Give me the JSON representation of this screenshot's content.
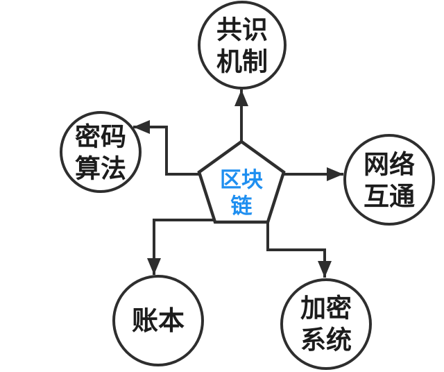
{
  "colors": {
    "background": "#ffffff",
    "stroke": "#2e2e2e",
    "label_text": "#1c1c1c",
    "center_text": "#1f8ff0"
  },
  "diagram": {
    "center": {
      "id": "blockchain",
      "label": "区块链",
      "lines": [
        "区块",
        "链"
      ]
    },
    "nodes": [
      {
        "id": "consensus-mechanism",
        "position": "top",
        "label": "共识机制",
        "lines": [
          "共识",
          "机制"
        ]
      },
      {
        "id": "crypto-algorithm",
        "position": "left",
        "label": "密码算法",
        "lines": [
          "密码",
          "算法"
        ]
      },
      {
        "id": "network-interconnect",
        "position": "right",
        "label": "网络互通",
        "lines": [
          "网络",
          "互通"
        ]
      },
      {
        "id": "ledger",
        "position": "bottom-left",
        "label": "账本",
        "lines": [
          "账本"
        ]
      },
      {
        "id": "encryption-system",
        "position": "bottom-right",
        "label": "加密系统",
        "lines": [
          "加密",
          "系统"
        ]
      }
    ]
  }
}
